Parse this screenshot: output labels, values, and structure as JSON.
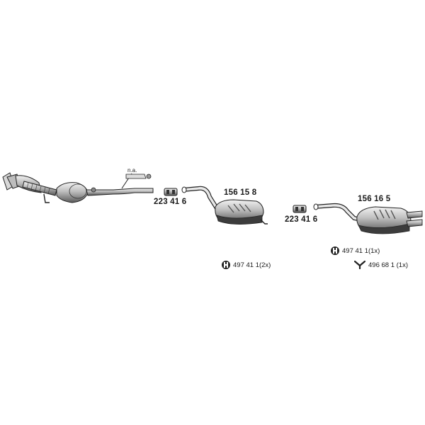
{
  "parts": {
    "clamp_a": "223 41 6",
    "middle_silencer": "156 15 8",
    "clamp_b": "223 41 6",
    "rear_silencer": "156 16 5",
    "sensor_note": "n.a."
  },
  "legend": {
    "hanger_front": "497 41 1(2x)",
    "hanger_rear": "497 41 1(1x)",
    "y_bracket": "496 68 1 (1x)"
  },
  "colors": {
    "line": "#222222",
    "shade": "#9a9a9a",
    "dark": "#444444",
    "light": "#e6e6e6"
  }
}
